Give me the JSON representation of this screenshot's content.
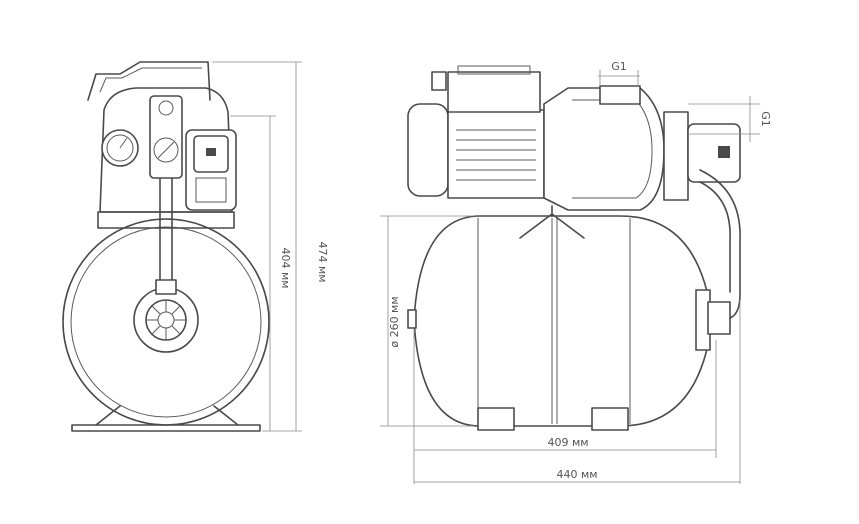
{
  "dimensions": {
    "side_total_height": "474 мм",
    "side_tank_height": "404 мм",
    "front_diameter": "ø 260 мм",
    "front_tank_length": "409 мм",
    "front_total_length": "440 мм",
    "inlet_thread": "G1",
    "outlet_thread": "G1"
  },
  "colors": {
    "line": "#4a4a4a",
    "dimension": "#8a8a8a",
    "background": "#ffffff"
  }
}
